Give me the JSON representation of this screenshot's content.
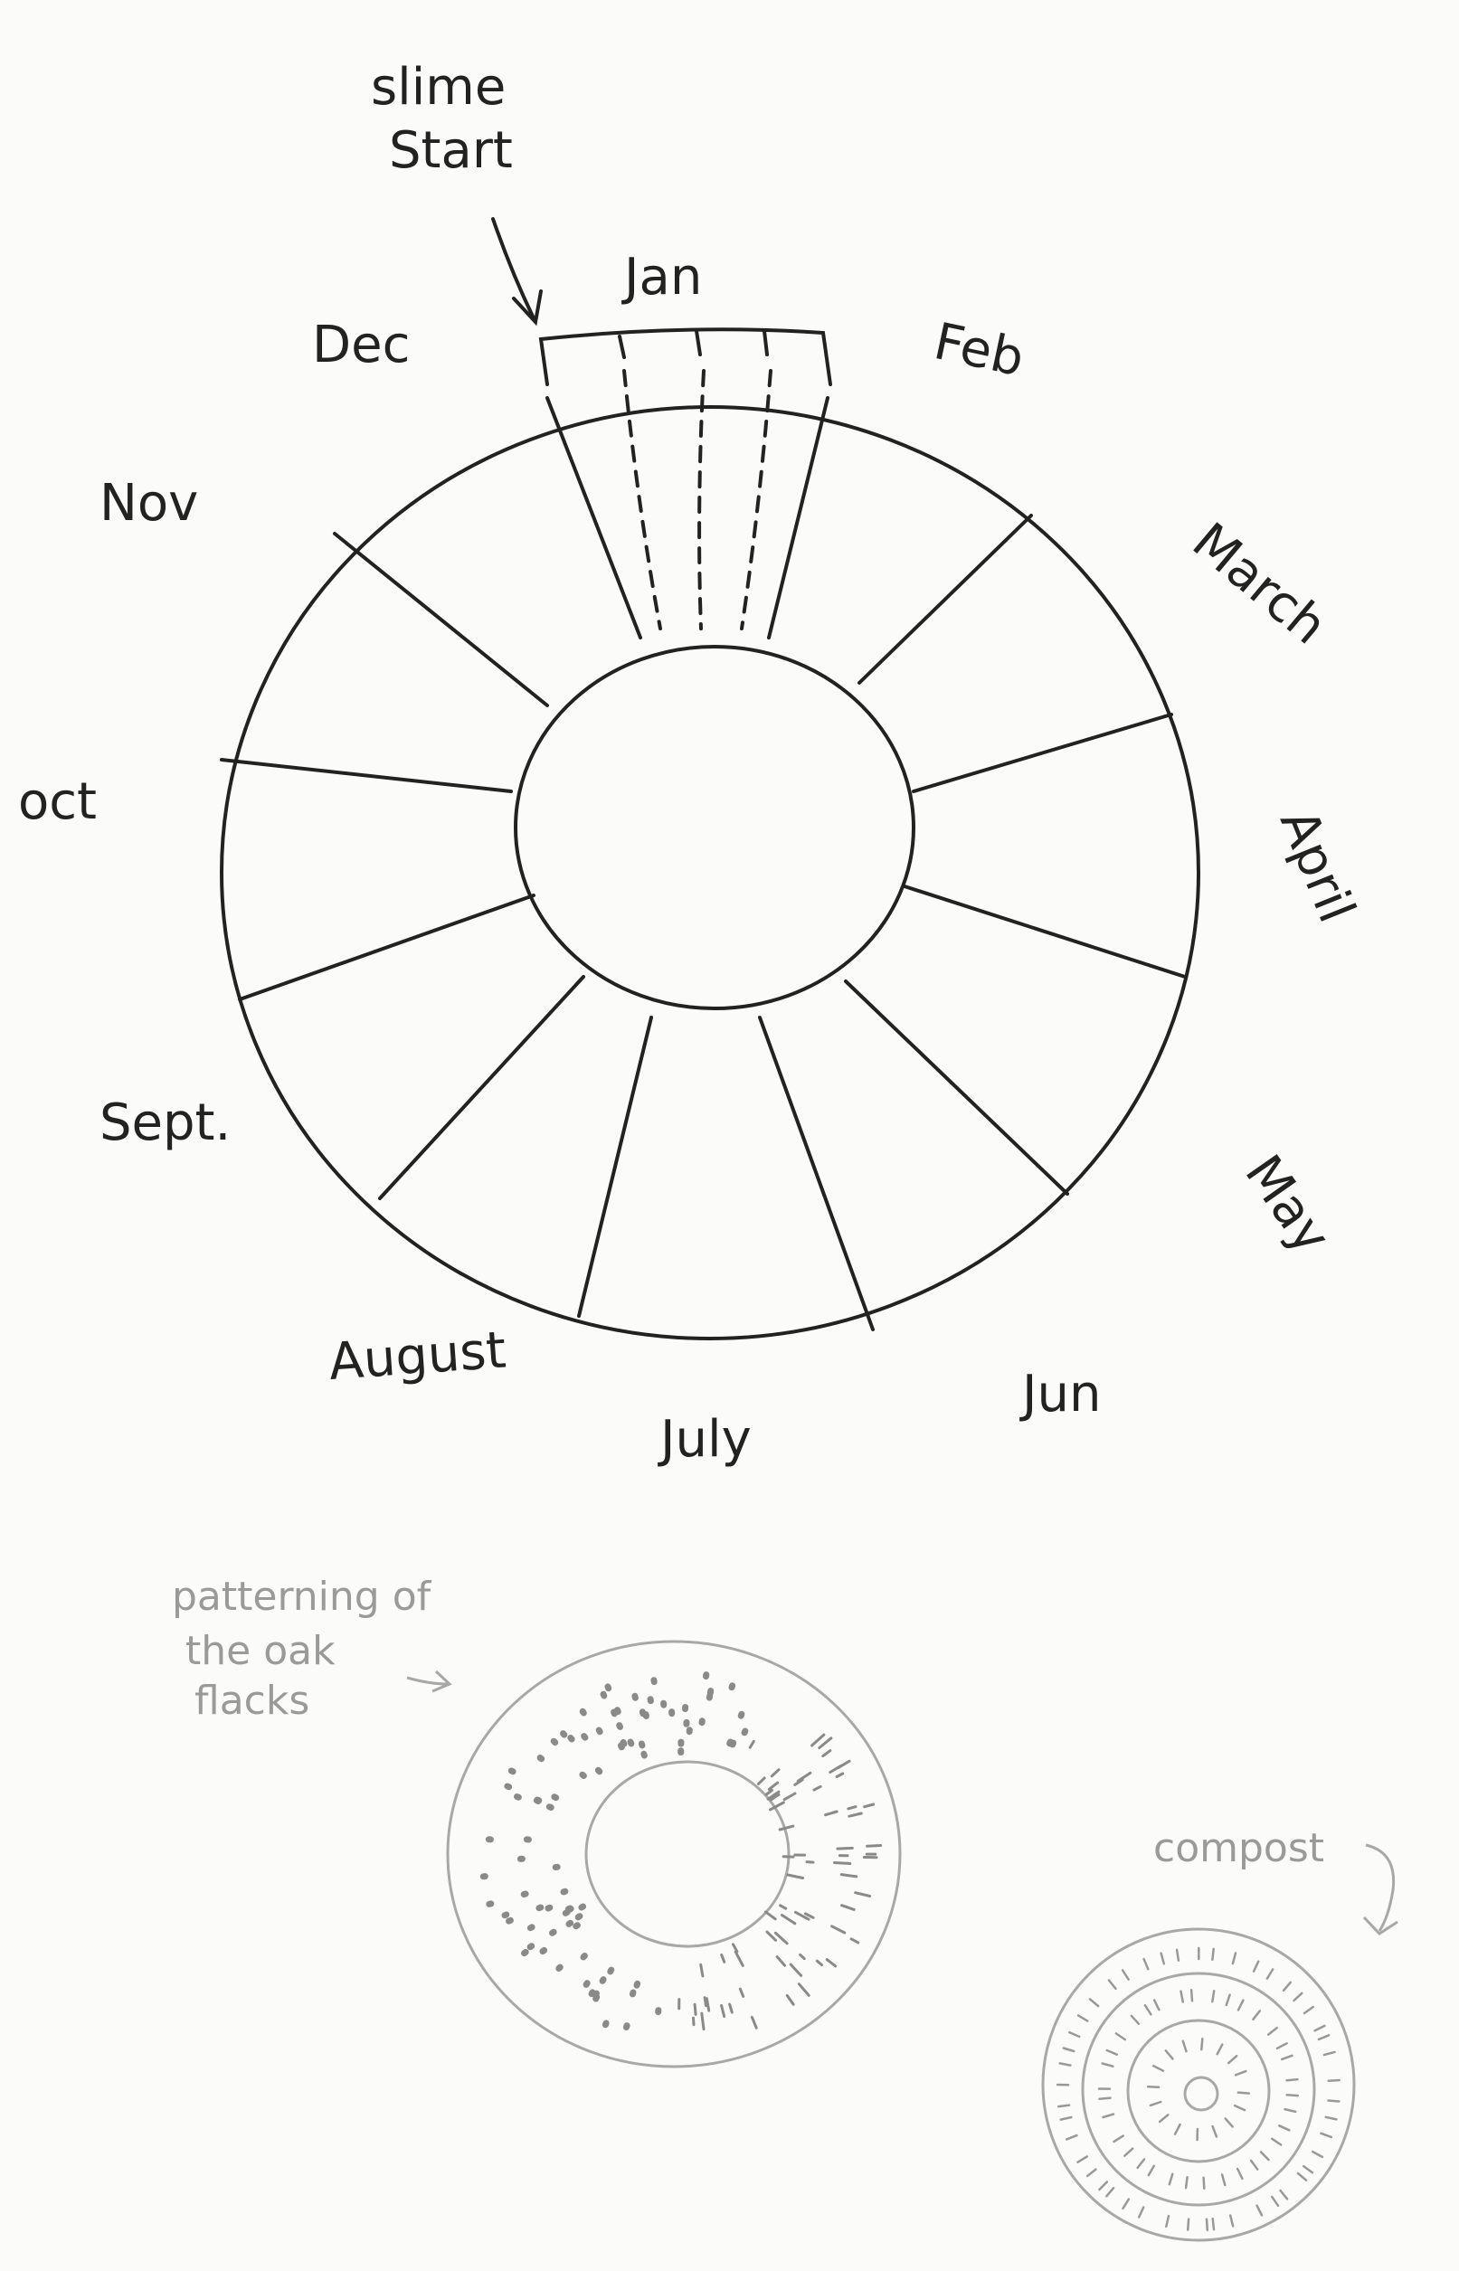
{
  "annotations": {
    "slime_start": [
      "slime",
      "Start"
    ],
    "patterning": [
      "patterning of",
      "the oak",
      "flacks"
    ],
    "compost": "compost"
  },
  "months": [
    {
      "key": "jan",
      "label": "Jan"
    },
    {
      "key": "feb",
      "label": "Feb"
    },
    {
      "key": "mar",
      "label": "March"
    },
    {
      "key": "apr",
      "label": "April"
    },
    {
      "key": "may",
      "label": "May"
    },
    {
      "key": "jun",
      "label": "Jun"
    },
    {
      "key": "jul",
      "label": "July"
    },
    {
      "key": "aug",
      "label": "August"
    },
    {
      "key": "sep",
      "label": "Sept."
    },
    {
      "key": "oct",
      "label": "oct"
    },
    {
      "key": "nov",
      "label": "Nov"
    },
    {
      "key": "dec",
      "label": "Dec"
    }
  ],
  "colors": {
    "ink": "#222222",
    "pencil": "#9a9a9a",
    "paper": "#fbfbfa"
  }
}
